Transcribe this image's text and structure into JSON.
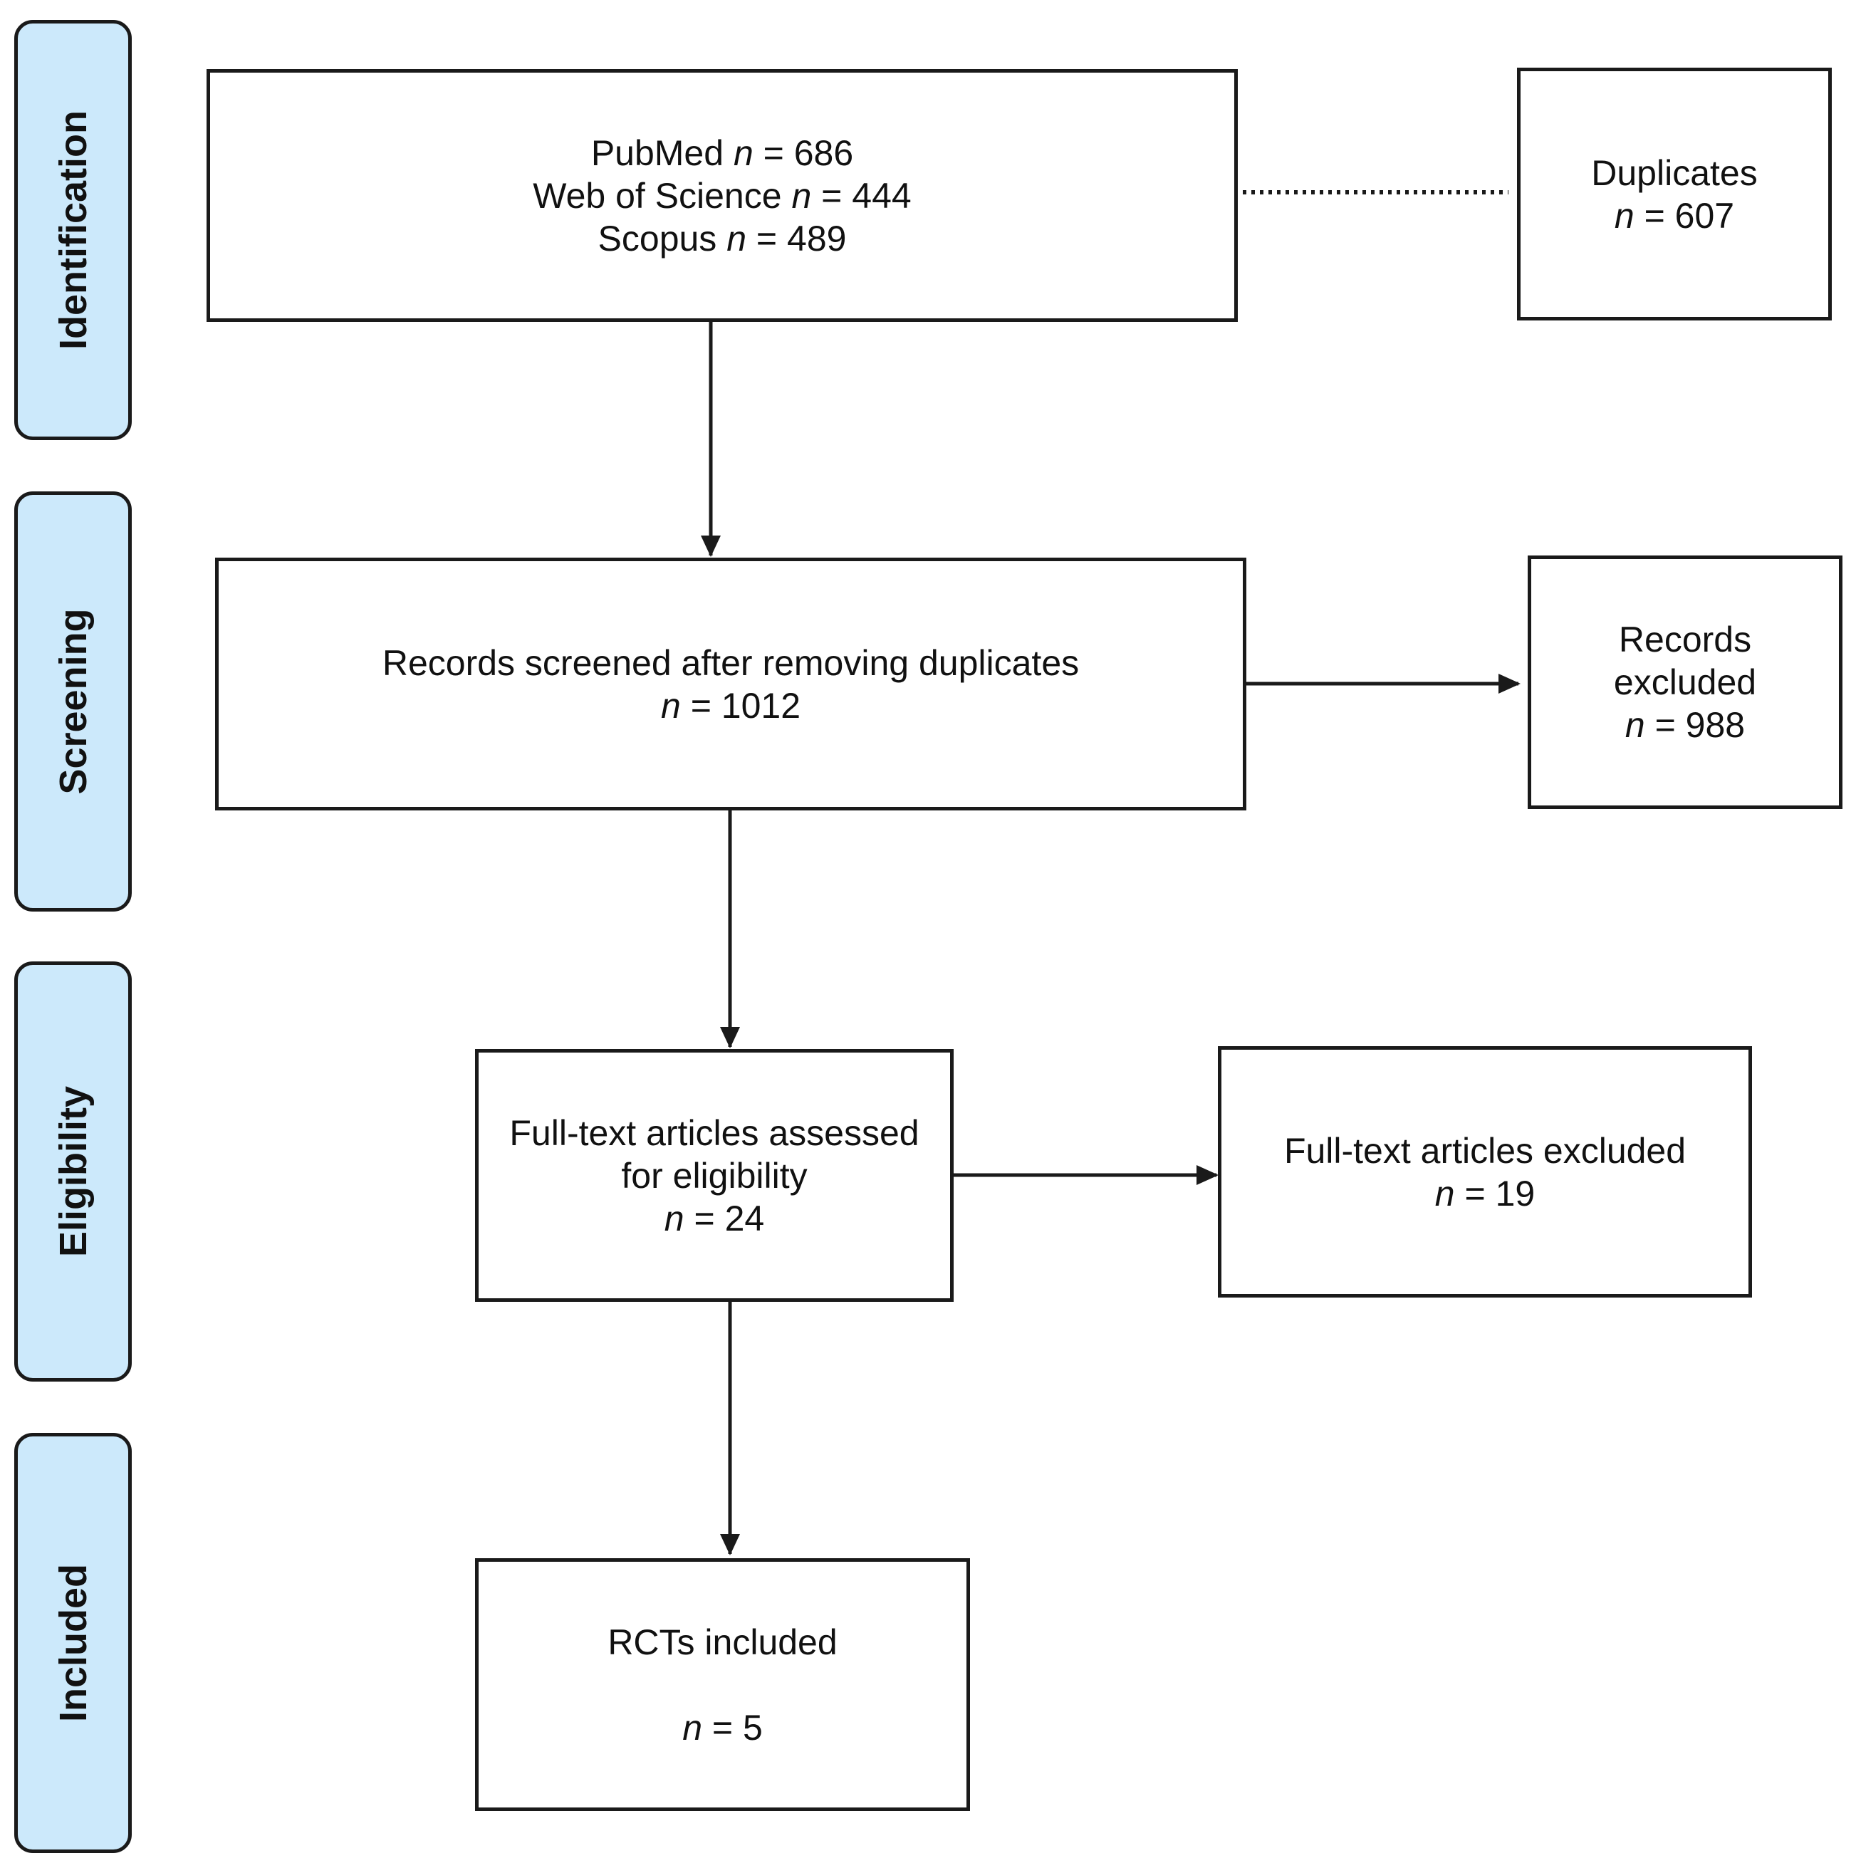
{
  "stages": {
    "identification": "Identification",
    "screening": "Screening",
    "eligibility": "Eligibility",
    "included": "Included"
  },
  "identification": {
    "pubmed": {
      "label": "PubMed",
      "n": "686"
    },
    "wos": {
      "label": "Web of Science",
      "n": "444"
    },
    "scopus": {
      "label": "Scopus",
      "n": "489"
    }
  },
  "duplicates": {
    "label": "Duplicates",
    "n": "607"
  },
  "screened": {
    "label": "Records screened after removing duplicates",
    "n": "1012"
  },
  "records_excluded": {
    "label_line1": "Records",
    "label_line2": "excluded",
    "n": "988"
  },
  "fulltext_assessed": {
    "label_line1": "Full-text articles assessed",
    "label_line2": "for eligibility",
    "n": "24"
  },
  "fulltext_excluded": {
    "label": "Full-text articles excluded",
    "n": "19"
  },
  "included": {
    "label": "RCTs included",
    "n": "5"
  },
  "symbols": {
    "n": "n",
    "eq": " = "
  },
  "colors": {
    "stage_fill": "#cce9fb",
    "stroke": "#1a1a1a"
  }
}
